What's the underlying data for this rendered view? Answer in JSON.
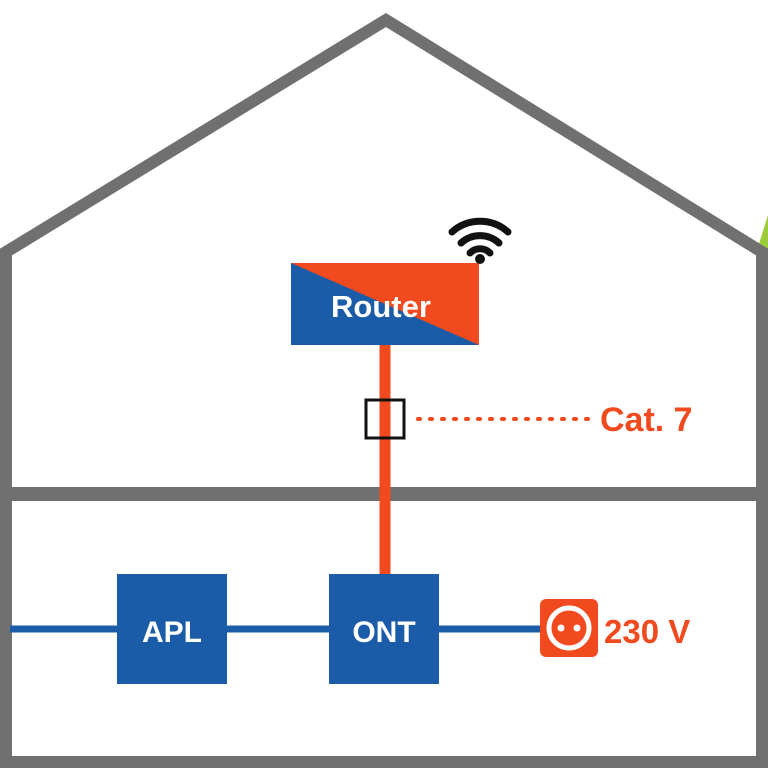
{
  "colors": {
    "wall": "#707070",
    "fiber_blue": "#1a5ca8",
    "accent_orange": "#f04a1e",
    "white": "#ffffff",
    "black": "#111111",
    "leaf_green": "#9ccc3c"
  },
  "nodes": {
    "router": {
      "label": "Router"
    },
    "apl": {
      "label": "APL"
    },
    "ont": {
      "label": "ONT"
    }
  },
  "annotations": {
    "cable": {
      "label": "Cat. 7"
    },
    "power": {
      "label": "230 V"
    }
  },
  "icons": {
    "wifi": "wifi-icon",
    "socket": "power-socket-icon"
  }
}
